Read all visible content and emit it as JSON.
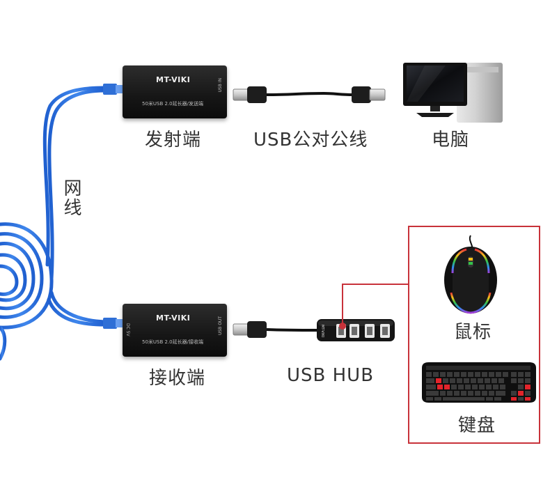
{
  "devices": {
    "transmitter": {
      "brand": "MT-VIKI",
      "model_text": "50米USB 2.0延长器/发送端",
      "port_text": "USB IN",
      "label": "发射端"
    },
    "receiver": {
      "brand": "MT-VIKI",
      "model_text": "50米USB 2.0延长器/接收端",
      "port_text": "USB OUT",
      "dc_text": "DC 5V",
      "label": "接收端"
    }
  },
  "cable_labels": {
    "usb_male_cable": "USB公对公线",
    "network_cable": "网线"
  },
  "endpoints": {
    "computer": "电脑",
    "usb_hub": "USB HUB",
    "hub_brand": "MT-VIKI",
    "mouse": "鼠标",
    "keyboard": "键盘"
  },
  "colors": {
    "network_cable": "#2f6fd6",
    "highlight": "#c8323a",
    "device_body": "#161616",
    "label_text": "#333333"
  }
}
